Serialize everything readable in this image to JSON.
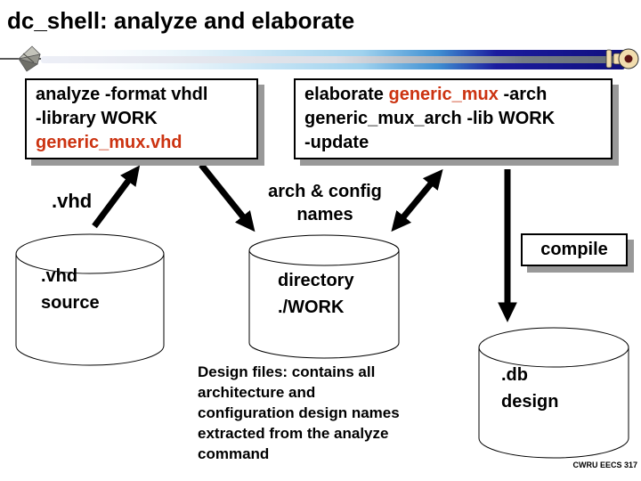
{
  "slide": {
    "title": "dc_shell: analyze and elaborate",
    "footer": "CWRU EECS 317"
  },
  "boxes": {
    "analyze": {
      "line1": "analyze -format vhdl",
      "line2": "-library WORK",
      "line3": "generic_mux.vhd"
    },
    "elaborate": {
      "line1_prefix": "elaborate",
      "line1_highlight": "generic_mux",
      "line1_suffix": "-arch",
      "line2": "generic_mux_arch -lib WORK",
      "line3": "-update"
    },
    "compile": {
      "label": "compile"
    }
  },
  "labels": {
    "vhd": ".vhd",
    "arch_config": "arch & config names"
  },
  "cylinders": {
    "vhd_source": {
      "line1": ".vhd",
      "line2": "source"
    },
    "work_dir": {
      "line1": "directory",
      "line2": "./WORK"
    },
    "db_design": {
      "line1": ".db",
      "line2": "design"
    }
  },
  "note": {
    "lines": [
      "Design files: contains all",
      "architecture and",
      "configuration design names",
      "extracted from the analyze",
      "command"
    ]
  },
  "colors": {
    "highlight_red": "#cc3311",
    "box_shadow_gray": "#999999",
    "divider_navy": "#10107e",
    "divider_light_blue": "#9fd2ee",
    "divider_gray": "#747c86",
    "ornament_tan": "#f2ddae",
    "ornament_dark_red": "#5c1414"
  }
}
